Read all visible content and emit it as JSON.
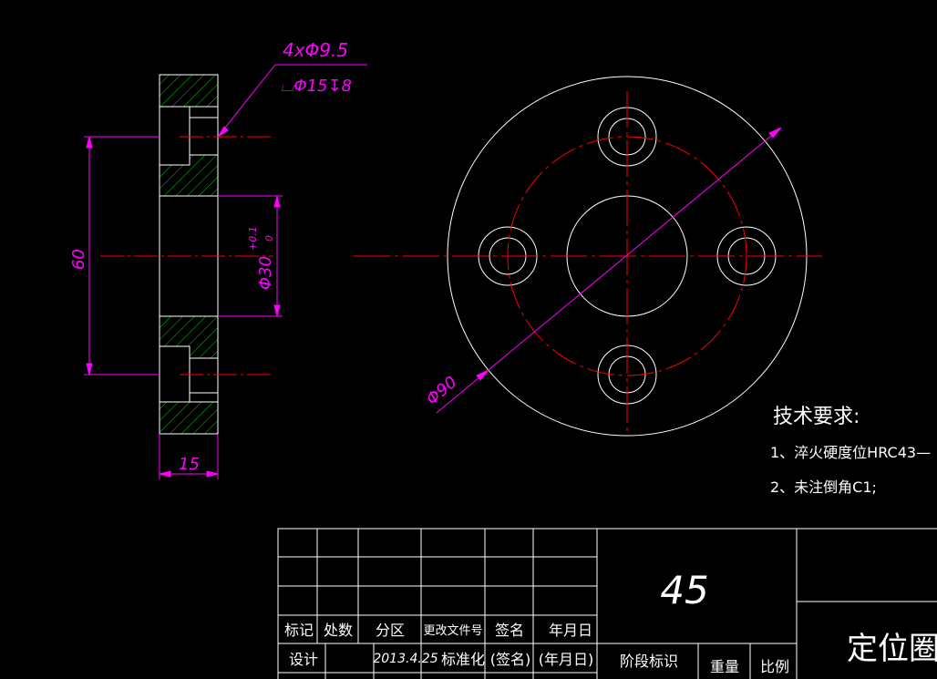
{
  "colors": {
    "background": "#000000",
    "outline": "#ffffff",
    "centerline": "#ff0000",
    "dimension": "#ff00ff",
    "hatch": "#00cc00"
  },
  "section_view": {
    "callout_holes": "4xΦ9.5",
    "callout_counterbore": "⌴Φ15↧8",
    "dim_height": "60",
    "dim_bore_main": "Φ30",
    "dim_bore_tol_upper": "+0.1",
    "dim_bore_tol_lower": "0",
    "dim_width": "15"
  },
  "front_view": {
    "dim_diameter": "Φ90"
  },
  "technical_requirements": {
    "heading": "技术要求:",
    "item1": "1、淬火硬度位HRC43—",
    "item2": "2、未注倒角C1;"
  },
  "title_block": {
    "material": "45",
    "part_name": "定位圈",
    "labels": {
      "mark": "标记",
      "count": "处数",
      "zone": "分区",
      "change_doc": "更改文件号",
      "signature": "签名",
      "date": "年月日",
      "design": "设计",
      "design_date": "2013.4.25",
      "standardize": "标准化",
      "signature_paren": "(签名)",
      "date_paren": "(年月日)",
      "stage_mark": "阶段标识",
      "weight": "重量",
      "scale": "比例"
    }
  }
}
